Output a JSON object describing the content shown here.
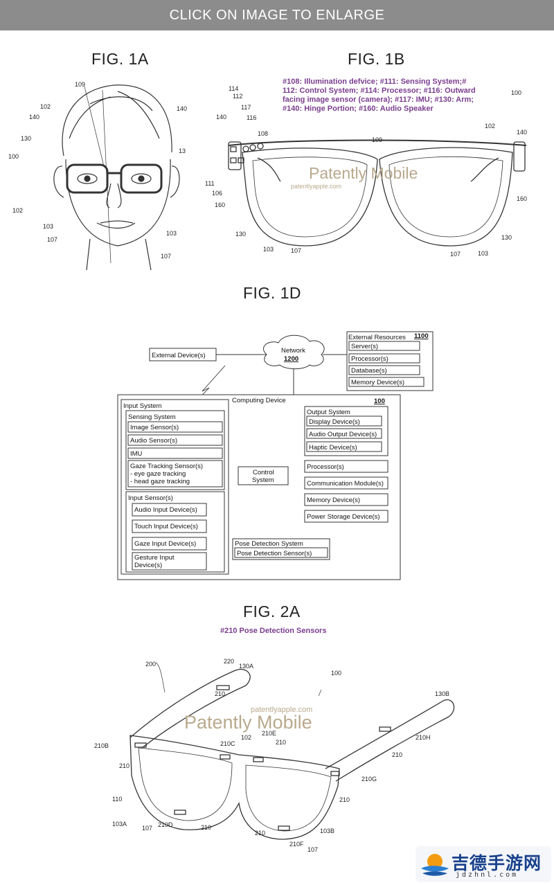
{
  "header": {
    "banner": "CLICK ON IMAGE TO ENLARGE"
  },
  "fig1a": {
    "title": "FIG. 1A",
    "labels": [
      "109",
      "102",
      "140",
      "140",
      "130",
      "13",
      "100",
      "102",
      "103",
      "103",
      "107",
      "107"
    ]
  },
  "fig1b": {
    "title": "FIG. 1B",
    "note": [
      "#108: Illumination defvice; #111: Sensing System;#",
      "112: Control System; #114: Processor; #116: Outward",
      "facing image sensor (camera); #117: IMU; #130: Arm;",
      "#140: Hinge Portion; #160: Audio Speaker"
    ],
    "watermark": "Patently Mobile",
    "watermark_url": "patentlyapple.com",
    "labels": [
      "114",
      "112",
      "117",
      "116",
      "108",
      "140",
      "111",
      "106",
      "160",
      "130",
      "103",
      "107",
      "109",
      "102",
      "100",
      "140",
      "160",
      "130",
      "107",
      "103"
    ]
  },
  "fig1d": {
    "title": "FIG. 1D",
    "external_devices": "External Device(s)",
    "network": "Network",
    "network_num": "1200",
    "external_resources": {
      "title": "External Resources",
      "num": "1100",
      "items": [
        "Server(s)",
        "Processor(s)",
        "Database(s)",
        "Memory Device(s)"
      ]
    },
    "computing_device": {
      "title": "Computing Device",
      "num": "100"
    },
    "input_system": {
      "title": "Input System",
      "sensing_system": {
        "title": "Sensing System",
        "items": [
          "Image Sensor(s)",
          "Audio Sensor(s)",
          "IMU"
        ],
        "gaze": [
          "Gaze Tracking Sensor(s)",
          "- eye gaze tracking",
          "- head gaze tracking"
        ]
      },
      "input_sensors": {
        "title": "Input Sensor(s)",
        "items": [
          "Audio Input Device(s)",
          "Touch Input Device(s)",
          "Gaze Input Device(s)"
        ],
        "gesture": [
          "Gesture Input",
          "Device(s)"
        ]
      }
    },
    "control_system": [
      "Control",
      "System"
    ],
    "output_system": {
      "title": "Output System",
      "items": [
        "Display Device(s)",
        "Audio Output Device(s)",
        "Haptic Device(s)"
      ]
    },
    "right_items": [
      "Processor(s)",
      "Communication Module(s)",
      "Memory Device(s)",
      "Power Storage Device(s)"
    ],
    "pose_detection": {
      "title": "Pose Detection System",
      "sensor": "Pose Detection Sensor(s)"
    }
  },
  "fig2a": {
    "title": "FIG. 2A",
    "note": "#210 Pose Detection Sensors",
    "watermark": "Patently Mobile",
    "watermark_url": "patentlyapple.com",
    "labels": [
      "200",
      "220",
      "130A",
      "210",
      "100",
      "130B",
      "210B",
      "210",
      "210C",
      "102",
      "210E",
      "210",
      "210H",
      "210",
      "110",
      "210G",
      "210",
      "103A",
      "107",
      "210D",
      "210",
      "210",
      "103B",
      "210F",
      "107"
    ]
  },
  "logo": {
    "text": "吉德手游网",
    "sub": "jdzhnl.com"
  }
}
